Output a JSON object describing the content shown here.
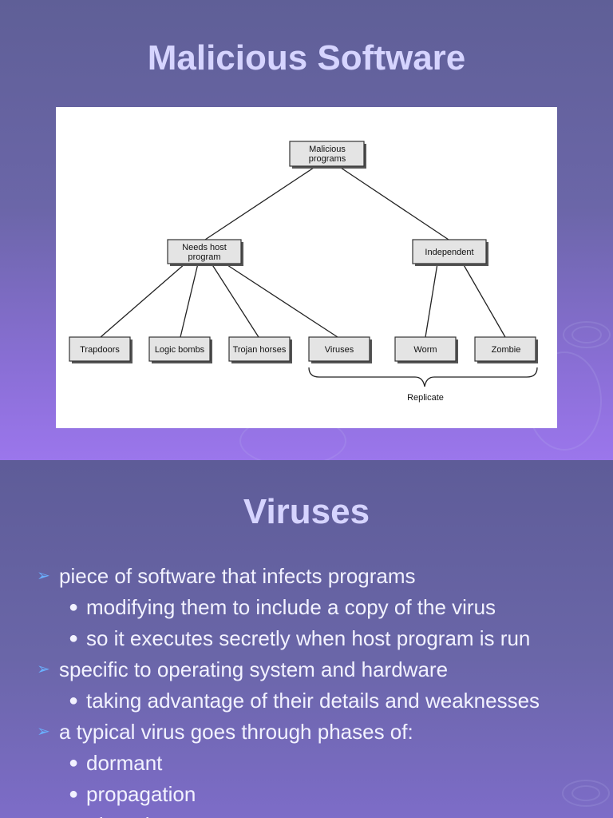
{
  "slide1": {
    "title": "Malicious Software",
    "diagram": {
      "root": [
        "Malicious",
        "programs"
      ],
      "needs_host": [
        "Needs host",
        "program"
      ],
      "independent": "Independent",
      "leaves": [
        "Trapdoors",
        "Logic bombs",
        "Trojan horses",
        "Viruses",
        "Worm",
        "Zombie"
      ],
      "brace_label": "Replicate"
    }
  },
  "slide2": {
    "title": "Viruses",
    "bullets": [
      {
        "text": "piece of software that infects programs",
        "sub": [
          "modifying them to include a copy of the virus",
          "so it executes secretly when host program is run"
        ]
      },
      {
        "text": "specific to operating system and hardware",
        "sub": [
          "taking advantage of their details and weaknesses"
        ]
      },
      {
        "text": "a typical virus goes through phases of:",
        "sub": [
          "dormant",
          "propagation",
          "triggering"
        ]
      }
    ],
    "arrow_symbol": "➢",
    "dot_symbol": "●"
  }
}
